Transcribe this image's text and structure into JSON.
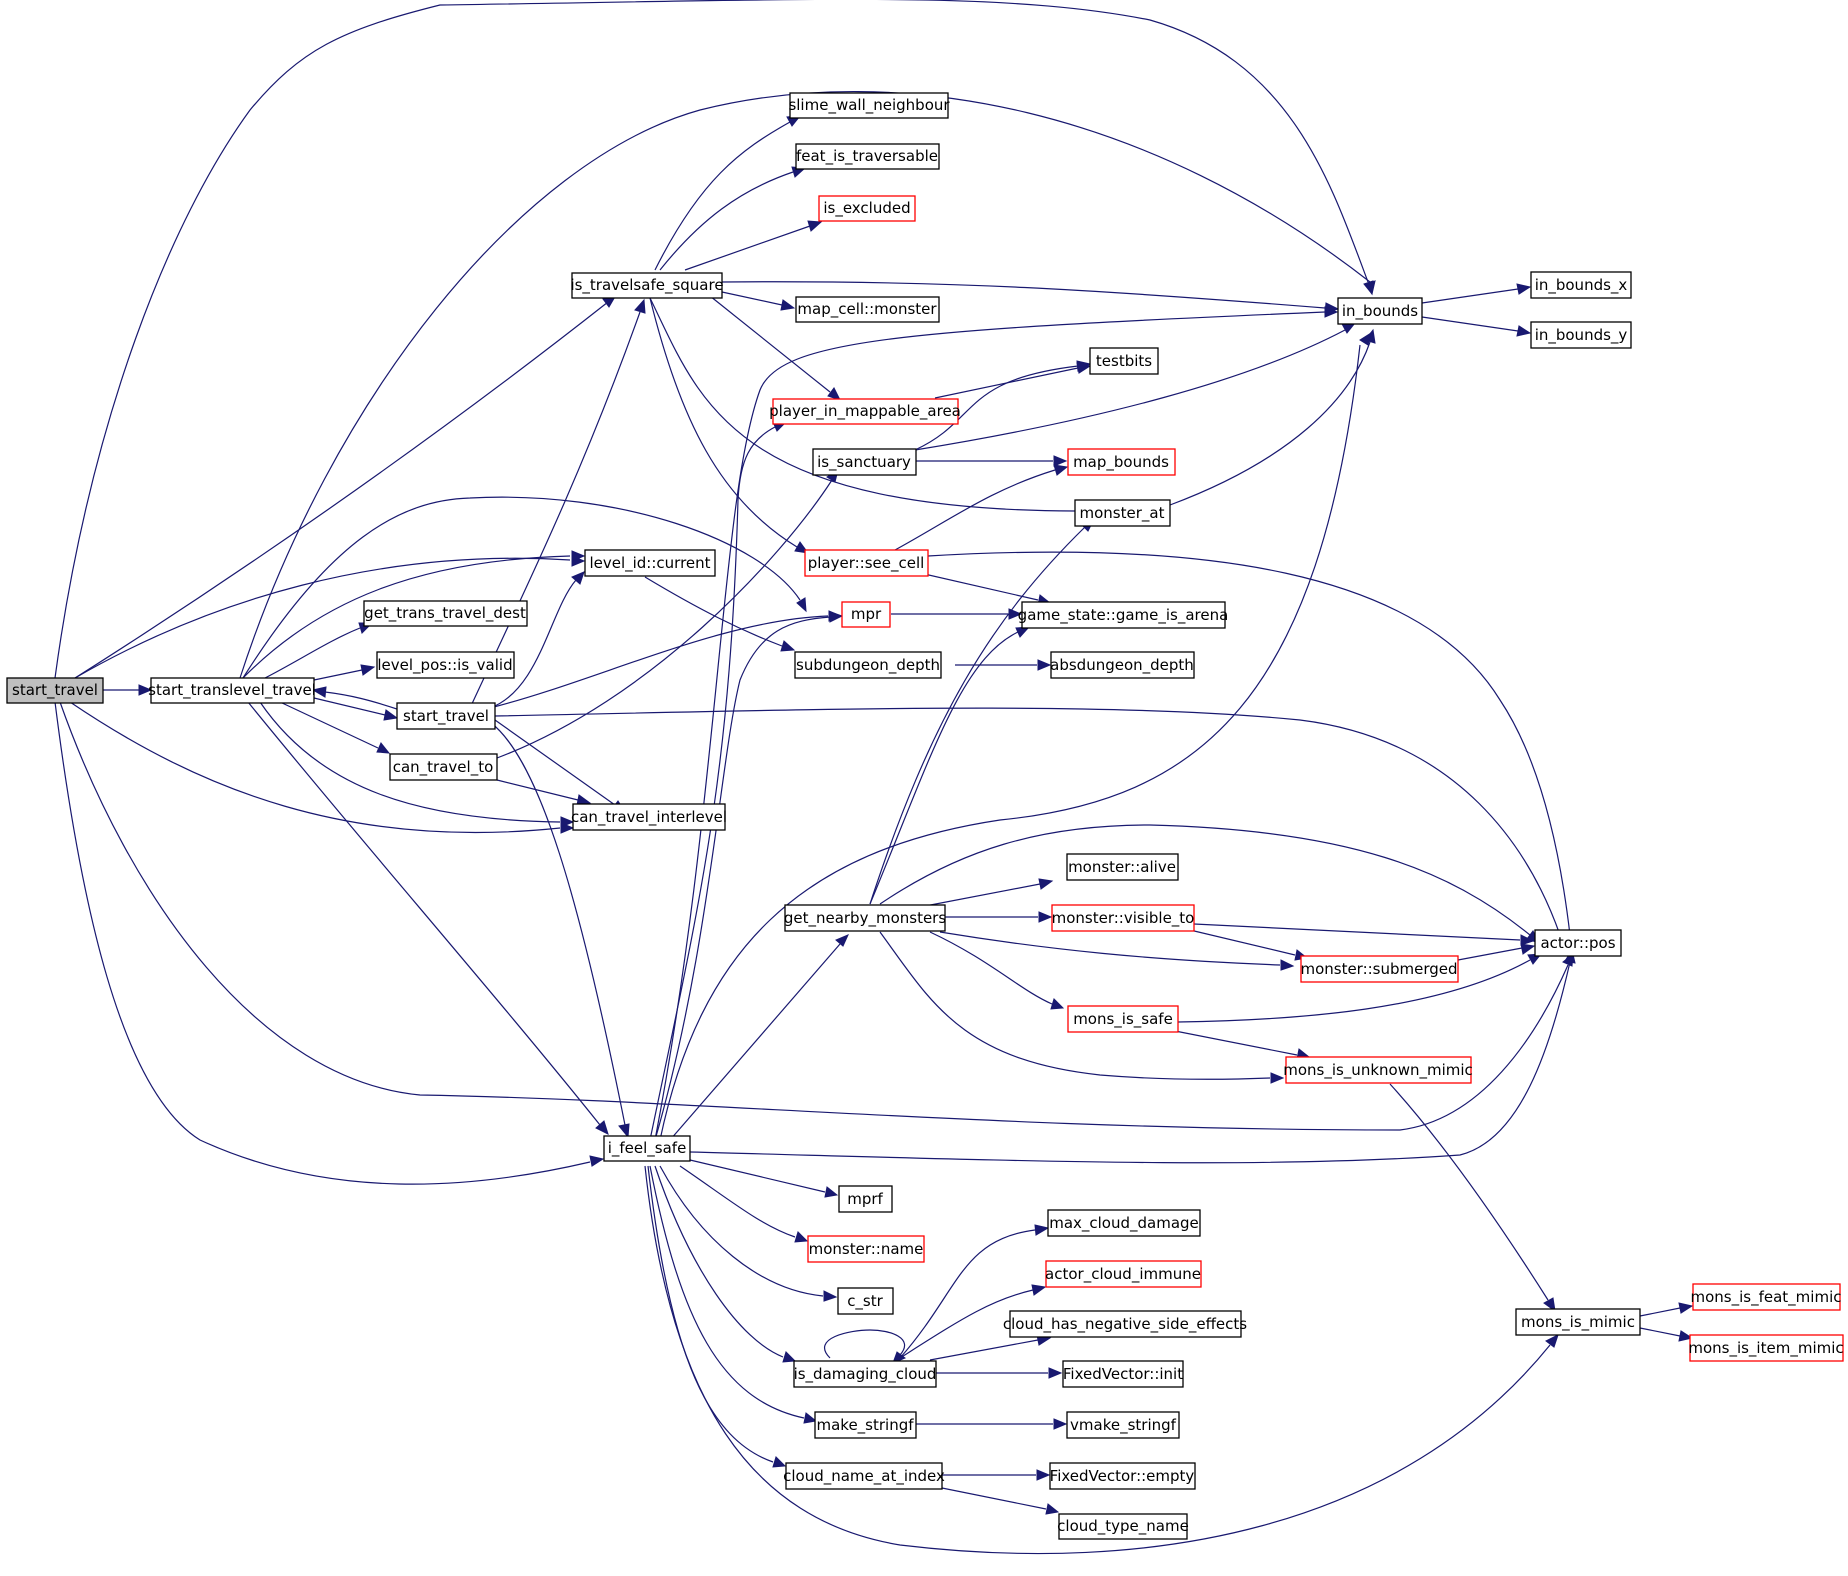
{
  "colors": {
    "edge": "#191970",
    "node_border": "#000000",
    "node_border_incomplete": "#ff0000",
    "root_fill": "#bfbfbf",
    "background": "#ffffff"
  },
  "nodes": {
    "start_travel_root": "start_travel",
    "start_translevel_travel": "start_translevel_travel",
    "is_travelsafe_square": "is_travelsafe_square",
    "level_id_current": "level_id::current",
    "get_trans_travel_dest": "get_trans_travel_dest",
    "level_pos_is_valid": "level_pos::is_valid",
    "start_travel": "start_travel",
    "can_travel_to": "can_travel_to",
    "can_travel_interlevel": "can_travel_interlevel",
    "i_feel_safe": "i_feel_safe",
    "slime_wall_neighbour": "slime_wall_neighbour",
    "feat_is_traversable": "feat_is_traversable",
    "is_excluded": "is_excluded",
    "map_cell_monster": "map_cell::monster",
    "player_in_mappable_area": "player_in_mappable_area",
    "is_sanctuary": "is_sanctuary",
    "player_see_cell": "player::see_cell",
    "mpr": "mpr",
    "subdungeon_depth": "subdungeon_depth",
    "get_nearby_monsters": "get_nearby_monsters",
    "mprf": "mprf",
    "monster_name": "monster::name",
    "c_str": "c_str",
    "is_damaging_cloud": "is_damaging_cloud",
    "make_stringf": "make_stringf",
    "cloud_name_at_index": "cloud_name_at_index",
    "testbits": "testbits",
    "map_bounds": "map_bounds",
    "monster_at": "monster_at",
    "game_is_arena": "game_state::game_is_arena",
    "absdungeon_depth": "absdungeon_depth",
    "monster_alive": "monster::alive",
    "monster_visible_to": "monster::visible_to",
    "monster_submerged": "monster::submerged",
    "mons_is_safe": "mons_is_safe",
    "mons_is_unknown_mimic": "mons_is_unknown_mimic",
    "max_cloud_damage": "max_cloud_damage",
    "actor_cloud_immune": "actor_cloud_immune",
    "cloud_has_negative_side_effects": "cloud_has_negative_side_effects",
    "fixedvector_init": "FixedVector::init",
    "vmake_stringf": "vmake_stringf",
    "fixedvector_empty": "FixedVector::empty",
    "cloud_type_name": "cloud_type_name",
    "in_bounds": "in_bounds",
    "in_bounds_x": "in_bounds_x",
    "in_bounds_y": "in_bounds_y",
    "actor_pos": "actor::pos",
    "mons_is_mimic": "mons_is_mimic",
    "mons_is_feat_mimic": "mons_is_feat_mimic",
    "mons_is_item_mimic": "mons_is_item_mimic"
  }
}
